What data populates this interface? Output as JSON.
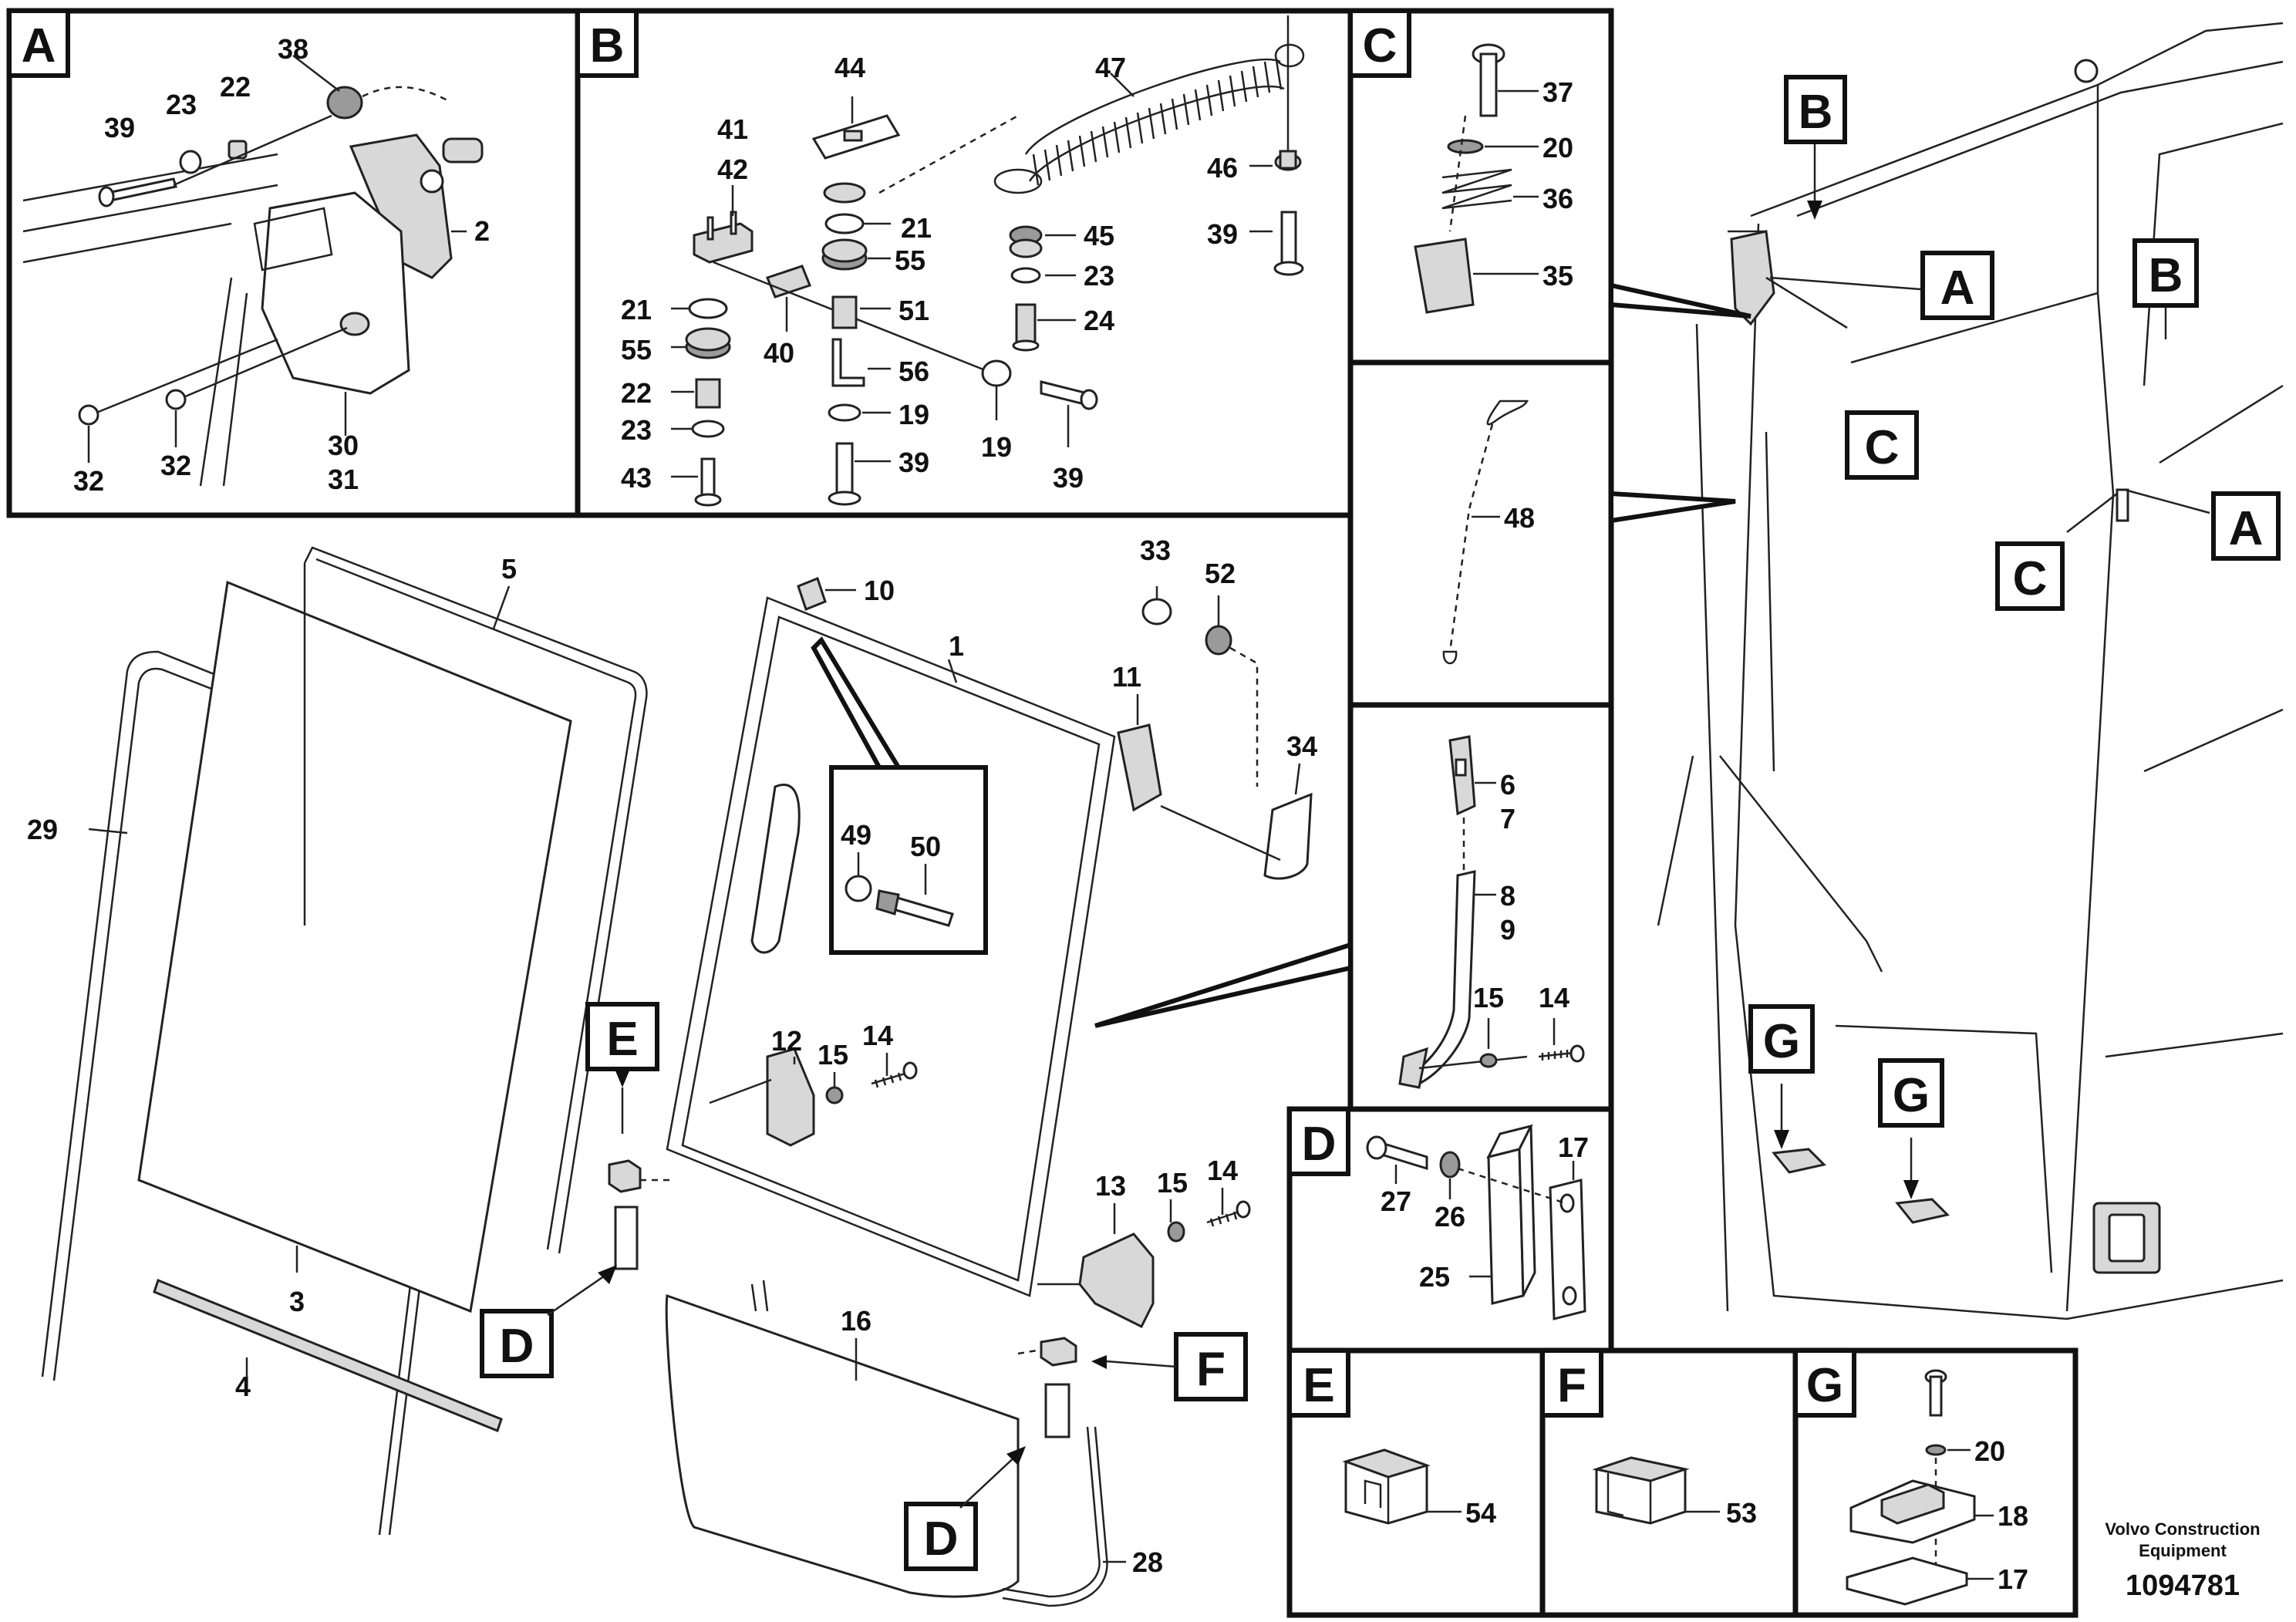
{
  "panels": {
    "a": "A",
    "b": "B",
    "c": "C",
    "d": "D",
    "e": "E",
    "f": "F",
    "g": "G"
  },
  "callouts": {
    "cab_b_top": "B",
    "cab_a_top": "A",
    "cab_c_top": "C",
    "cab_b_right": "B",
    "cab_a_right": "A",
    "cab_c_right": "C",
    "cab_g1": "G",
    "cab_g2": "G",
    "door_e": "E",
    "door_d1": "D",
    "door_d2": "D",
    "door_f": "F"
  },
  "parts": {
    "a": [
      "38",
      "39",
      "23",
      "22",
      "2",
      "30",
      "31",
      "32",
      "32"
    ],
    "b": [
      "44",
      "47",
      "41",
      "42",
      "21",
      "55",
      "51",
      "40",
      "56",
      "21",
      "55",
      "22",
      "23",
      "43",
      "19",
      "39",
      "19",
      "39",
      "46",
      "39",
      "45",
      "23",
      "24"
    ],
    "c": [
      "37",
      "20",
      "36",
      "35"
    ],
    "cable": [
      "48"
    ],
    "handle": [
      "6",
      "7",
      "8",
      "9",
      "15",
      "14"
    ],
    "d": [
      "27",
      "26",
      "17",
      "25"
    ],
    "e": [
      "54"
    ],
    "f": [
      "53"
    ],
    "g": [
      "20",
      "18",
      "17"
    ],
    "door": [
      "5",
      "29",
      "3",
      "4",
      "10",
      "1",
      "33",
      "52",
      "11",
      "34",
      "49",
      "50",
      "12",
      "15",
      "14",
      "13",
      "15",
      "14",
      "16",
      "28"
    ]
  },
  "footer": {
    "company_line1": "Volvo Construction",
    "company_line2": "Equipment",
    "doc_number": "1094781"
  }
}
